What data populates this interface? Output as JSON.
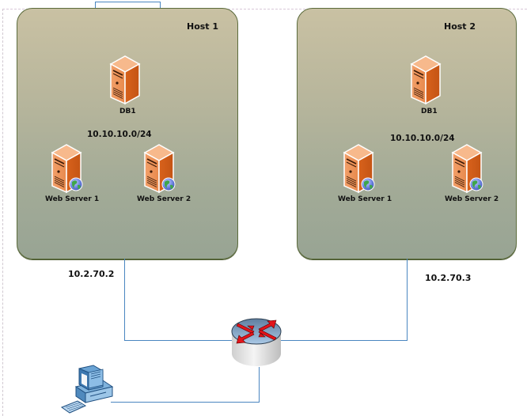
{
  "diagram": {
    "hosts": [
      {
        "title": "Host 1",
        "subnet": "10.10.10.0/24",
        "uplink_ip": "10.2.70.2",
        "servers": [
          {
            "label": "DB1",
            "icon": "database-server-icon"
          },
          {
            "label": "Web Server 1",
            "icon": "web-server-icon"
          },
          {
            "label": "Web Server 2",
            "icon": "web-server-icon"
          }
        ]
      },
      {
        "title": "Host 2",
        "subnet": "10.10.10.0/24",
        "uplink_ip": "10.2.70.3",
        "servers": [
          {
            "label": "DB1",
            "icon": "database-server-icon"
          },
          {
            "label": "Web Server 1",
            "icon": "web-server-icon"
          },
          {
            "label": "Web Server  2",
            "icon": "web-server-icon"
          }
        ]
      }
    ],
    "router": {
      "icon": "router-icon"
    },
    "client": {
      "icon": "workstation-icon"
    },
    "colors": {
      "link": "#4a86c0",
      "server_orange": "#e2742e",
      "host_border": "#5b6b3c",
      "router_arrows": "#e3141a"
    }
  }
}
